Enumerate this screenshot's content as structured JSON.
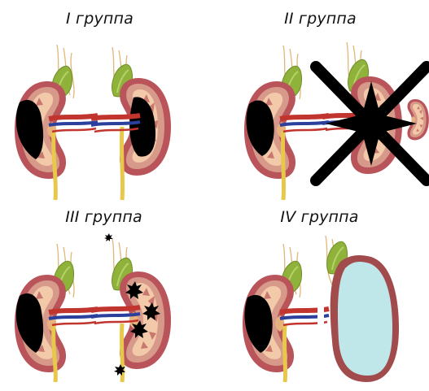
{
  "groups": [
    {
      "title": "I группа"
    },
    {
      "title": "II группа"
    },
    {
      "title": "III группа"
    },
    {
      "title": "IV группа"
    }
  ],
  "colors": {
    "kidney_outer": "#b9545a",
    "kidney_mid": "#d79a8a",
    "kidney_inner": "#f2c9a9",
    "pyramid": "#c9776f",
    "adrenal": "#8fb33a",
    "ureter": "#e8c84a",
    "artery": "#c2352e",
    "vein": "#2b3f9c",
    "nerve": "#e9d8a8",
    "lesion": "#000000",
    "cyst": "#bfe7ea",
    "cyst_rim": "#a24b4d"
  },
  "icons": {
    "cross": "x-mark-icon",
    "tumor": "tumor-blob-icon"
  }
}
